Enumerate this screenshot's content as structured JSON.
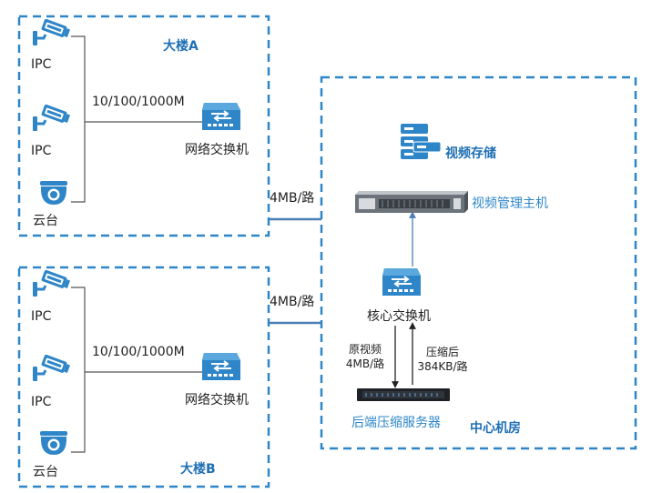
{
  "building_a": {
    "title": "大楼A",
    "cam1_label": "IPC",
    "cam2_label": "IPC",
    "dome_label": "云台",
    "link_speed": "10/100/1000M",
    "switch_label": "网络交换机"
  },
  "building_b": {
    "title": "大楼B",
    "cam1_label": "IPC",
    "cam2_label": "IPC",
    "dome_label": "云台",
    "link_speed": "10/100/1000M",
    "switch_label": "网络交换机"
  },
  "uplinks": {
    "a_bandwidth": "4MB/路",
    "b_bandwidth": "4MB/路"
  },
  "center": {
    "title": "中心机房",
    "storage_label": "视频存储",
    "host_label": "视频管理主机",
    "core_switch_label": "核心交换机",
    "compress_server_label": "后端压缩服务器",
    "raw_video_line1": "原视频",
    "raw_video_line2": "4MB/路",
    "compressed_line1": "压缩后",
    "compressed_line2": "384KB/路"
  },
  "colors": {
    "dash_border": "#2e86c8",
    "icon_blue": "#2e86c8",
    "title_blue": "#1f6fb4",
    "line_blue": "#4a7fb5",
    "line_gray": "#555555"
  }
}
